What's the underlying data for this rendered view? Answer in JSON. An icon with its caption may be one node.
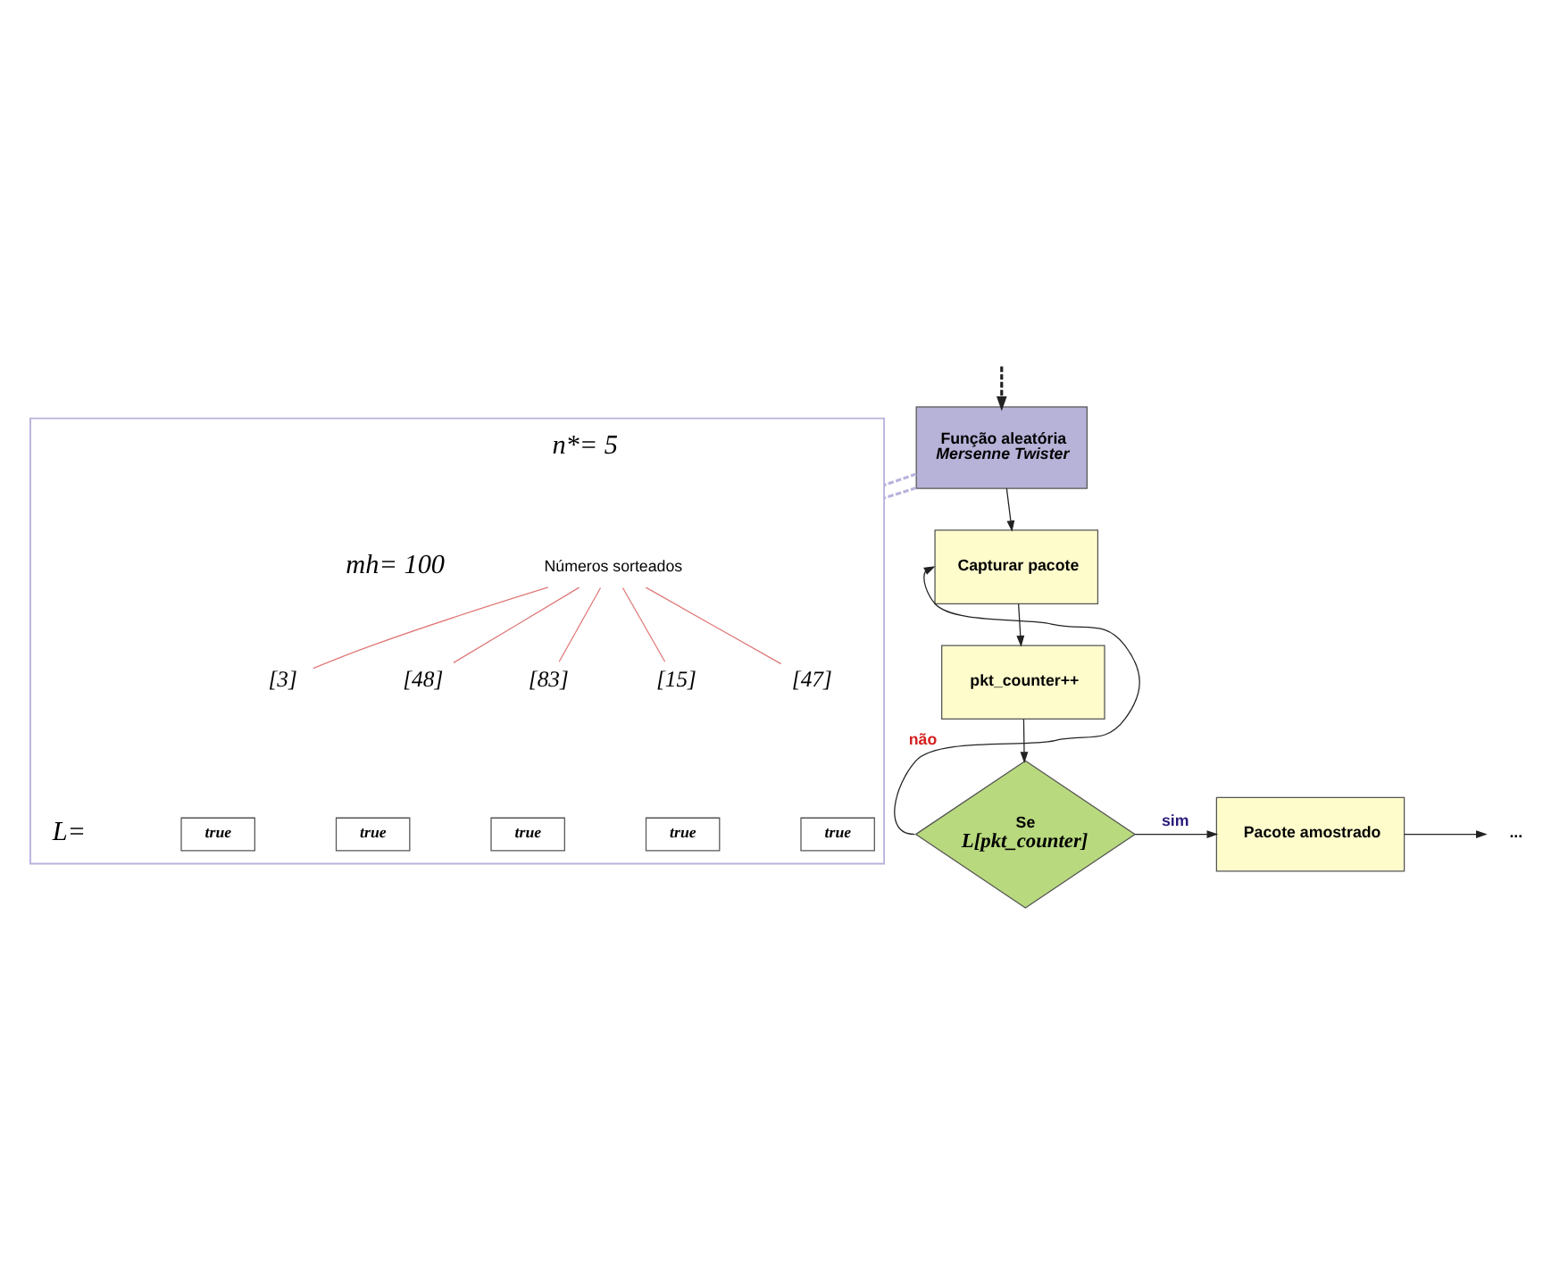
{
  "diagram": {
    "nodes": [
      {
        "text": [
          "Função aleatória",
          "Mersenne Twister"
        ]
      },
      {
        "text": [
          "Capturar pacote"
        ]
      },
      {
        "text": [
          "pkt_counter++"
        ]
      },
      {
        "text": [
          "Se",
          "L[pkt_counter]"
        ]
      },
      {
        "text": [
          "Pacote amostrado"
        ]
      },
      {
        "text": [
          "..."
        ]
      },
      {
        "text": [],
        "shape": "box"
      },
      {
        "text": [
          "Números sorteados"
        ],
        "in": 6
      },
      {
        "text": [
          "[3]"
        ],
        "in": 6
      },
      {
        "text": [
          "[48]"
        ],
        "in": 6
      },
      {
        "text": [
          "[83]"
        ],
        "in": 6
      },
      {
        "text": [
          "[15]"
        ],
        "in": 6
      },
      {
        "text": [
          "[47]"
        ],
        "in": 6
      },
      {
        "text": [
          "true"
        ],
        "in": 6
      },
      {
        "text": [
          "true"
        ],
        "in": 6
      },
      {
        "text": [
          "true"
        ],
        "in": 6
      },
      {
        "text": [
          "true"
        ],
        "in": 6
      },
      {
        "text": [
          "true"
        ],
        "in": 6
      }
    ],
    "edges": [
      {
        "from": null,
        "to": 0,
        "arrow": "to",
        "style": "dashed"
      },
      {
        "from": 0,
        "to": 1,
        "arrow": "to"
      },
      {
        "from": 1,
        "to": 2,
        "arrow": "to"
      },
      {
        "from": 2,
        "to": 3,
        "arrow": "to"
      },
      {
        "from": 3,
        "to": 4,
        "arrow": "to",
        "label": "sim"
      },
      {
        "from": 4,
        "to": 5,
        "arrow": "to"
      },
      {
        "from": 3,
        "to": 1,
        "arrow": "to",
        "label": "não"
      },
      {
        "from": 0,
        "to": 6,
        "arrow": "none",
        "style": "dashed",
        "color": "#b8b4dc"
      },
      {
        "from": 0,
        "to": 6,
        "arrow": "none",
        "style": "dashed",
        "color": "#b8b4dc"
      },
      {
        "from": 7,
        "to": 8,
        "arrow": "none",
        "color": "#e07878"
      },
      {
        "from": 7,
        "to": 9,
        "arrow": "none",
        "color": "#e07878"
      },
      {
        "from": 7,
        "to": 10,
        "arrow": "none",
        "color": "#e07878"
      },
      {
        "from": 7,
        "to": 11,
        "arrow": "none",
        "color": "#e07878"
      },
      {
        "from": 7,
        "to": 12,
        "arrow": "none",
        "color": "#e07878"
      }
    ],
    "labels": [
      "n*= 5",
      "mh= 100",
      "L="
    ]
  }
}
